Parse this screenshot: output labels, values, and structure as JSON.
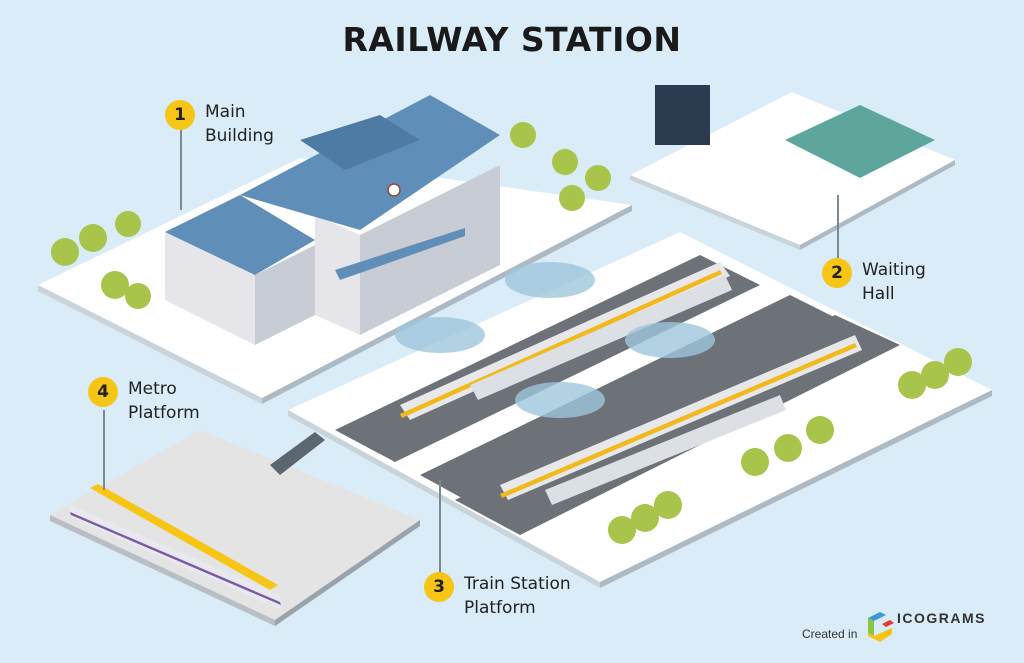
{
  "title": "RAILWAY STATION",
  "labels": [
    {
      "number": "1",
      "line1": "Main",
      "line2": "Building"
    },
    {
      "number": "2",
      "line1": "Waiting",
      "line2": "Hall"
    },
    {
      "number": "3",
      "line1": "Train Station",
      "line2": "Platform"
    },
    {
      "number": "4",
      "line1": "Metro",
      "line2": "Platform"
    }
  ],
  "credit": {
    "prefix": "Created in",
    "brand": "ICOGRAMS"
  },
  "colors": {
    "background": "#d9ecf7",
    "badge": "#f6c516",
    "roof": "#5f8fb8",
    "train_stripe": "#f2b91c"
  }
}
